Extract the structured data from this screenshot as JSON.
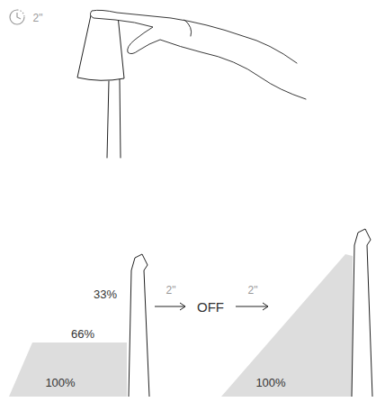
{
  "diagram": {
    "labels": [
      "2\"",
      "33%",
      "66%",
      "100%",
      "2\"",
      "OFF",
      "2\"",
      "100%"
    ]
  }
}
